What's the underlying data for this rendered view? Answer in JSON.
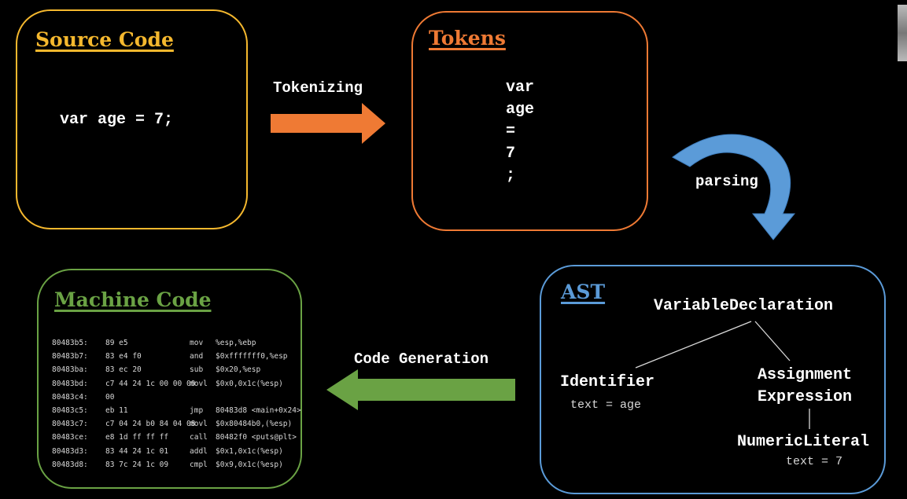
{
  "source_box": {
    "title": "Source Code",
    "code": "var age = 7;"
  },
  "tokenizing_label": "Tokenizing",
  "tokens_box": {
    "title": "Tokens",
    "items": [
      "var",
      "age",
      "=",
      "7",
      ";"
    ]
  },
  "parsing_label": "parsing",
  "ast_box": {
    "title": "AST",
    "root": "VariableDeclaration",
    "identifier": "Identifier",
    "identifier_text": "text = age",
    "assignment_line1": "Assignment",
    "assignment_line2": "Expression",
    "numeric": "NumericLiteral",
    "numeric_text": "text = 7"
  },
  "codegen_label": "Code Generation",
  "machine_box": {
    "title": "Machine Code",
    "rows": [
      [
        "80483b5:",
        "89 e5",
        "mov",
        "%esp,%ebp"
      ],
      [
        "80483b7:",
        "83 e4 f0",
        "and",
        "$0xfffffff0,%esp"
      ],
      [
        "80483ba:",
        "83 ec 20",
        "sub",
        "$0x20,%esp"
      ],
      [
        "80483bd:",
        "c7 44 24 1c 00 00 00",
        "movl",
        "$0x0,0x1c(%esp)"
      ],
      [
        "80483c4:",
        "00",
        "",
        ""
      ],
      [
        "80483c5:",
        "eb 11",
        "jmp",
        "80483d8 <main+0x24>"
      ],
      [
        "80483c7:",
        "c7 04 24 b0 84 04 08",
        "movl",
        "$0x80484b0,(%esp)"
      ],
      [
        "80483ce:",
        "e8 1d ff ff ff",
        "call",
        "80482f0 <puts@plt>"
      ],
      [
        "80483d3:",
        "83 44 24 1c 01",
        "addl",
        "$0x1,0x1c(%esp)"
      ],
      [
        "80483d8:",
        "83 7c 24 1c 09",
        "cmpl",
        "$0x9,0x1c(%esp)"
      ]
    ]
  },
  "colors": {
    "source": "#f5b82e",
    "tokens": "#ef7a34",
    "ast": "#5b9bd8",
    "machine": "#6aa244"
  }
}
